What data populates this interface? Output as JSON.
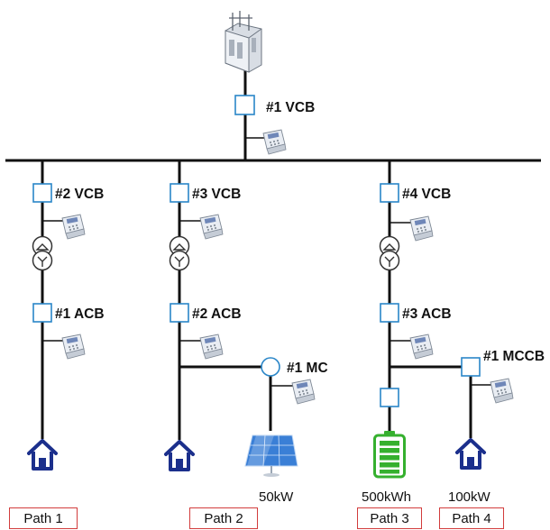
{
  "breakers": {
    "vcb1": "#1 VCB",
    "vcb2": "#2 VCB",
    "vcb3": "#3 VCB",
    "vcb4": "#4 VCB",
    "acb1": "#1 ACB",
    "acb2": "#2 ACB",
    "acb3": "#3 ACB",
    "mc1": "#1 MC",
    "mccb1": "#1 MCCB"
  },
  "ratings": {
    "solar": "50kW",
    "battery": "500kWh",
    "load4": "100kW"
  },
  "paths": [
    "Path 1",
    "Path 2",
    "Path 3",
    "Path 4"
  ],
  "icons": {
    "substation": "substation-icon",
    "meter": "power-meter-icon",
    "transformer": "transformer-icon",
    "house": "house-icon",
    "solar": "solar-panel-icon",
    "battery": "battery-icon"
  },
  "colors": {
    "breaker": "#2a86c8",
    "house": "#1b2f8c",
    "battery": "#35b02e",
    "solar": "#3a7fd6",
    "path_border": "#d23c3c"
  }
}
